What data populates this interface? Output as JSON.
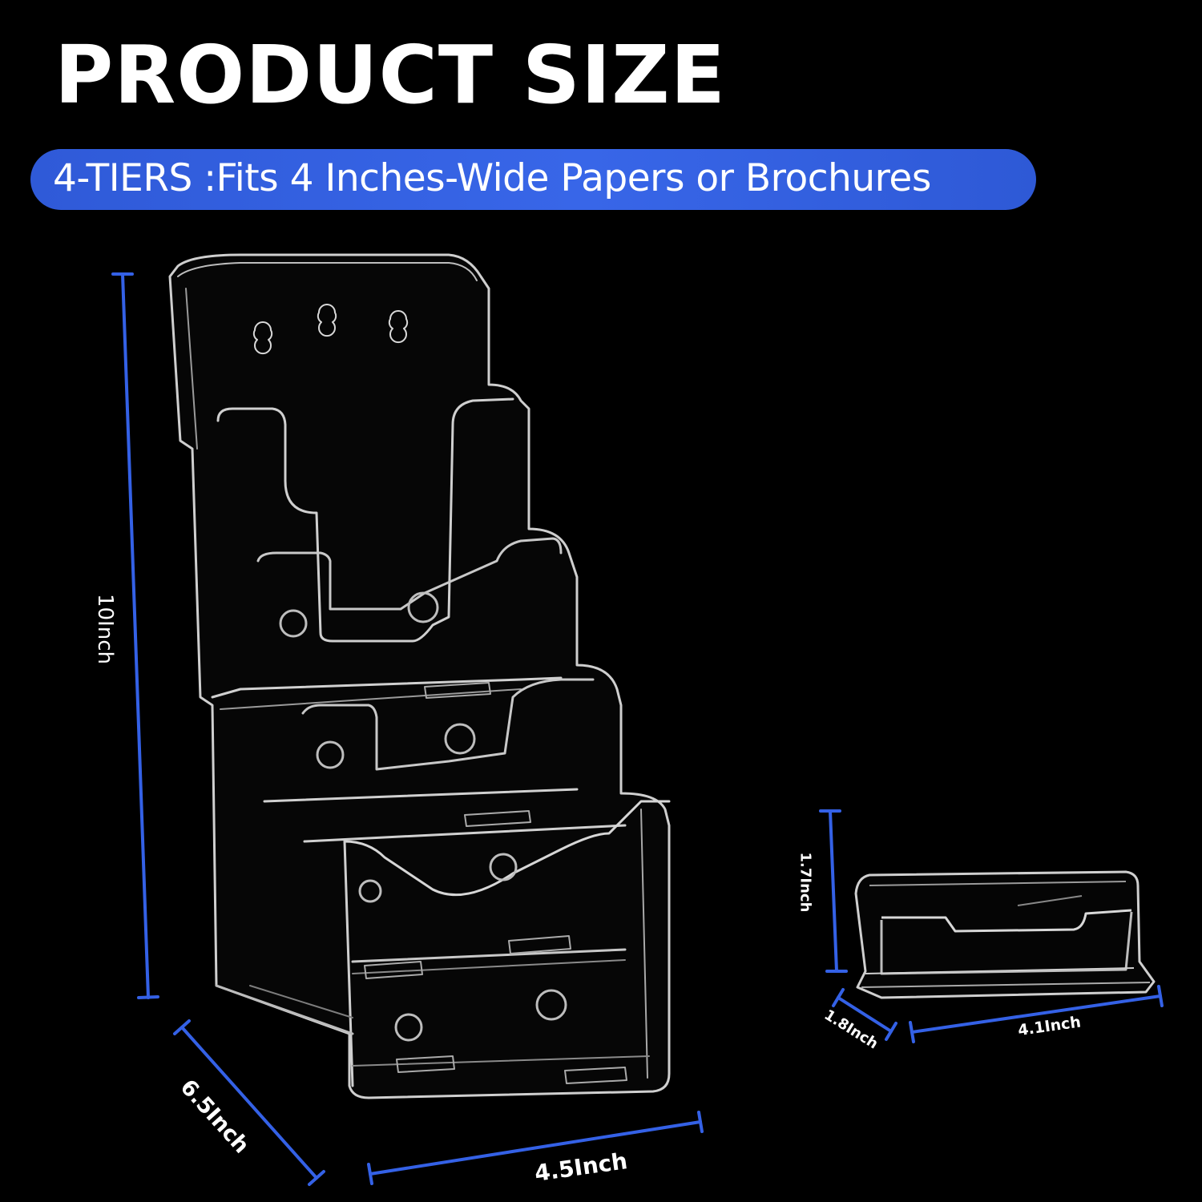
{
  "heading": "PRODUCT SIZE",
  "banner": "4-TIERS :Fits 4 Inches-Wide Papers or Brochures",
  "brochure_holder": {
    "height_label": "10Inch",
    "depth_label": "6.5Inch",
    "width_label": "4.5Inch"
  },
  "card_holder": {
    "height_label": "1.7Inch",
    "depth_label": "1.8Inch",
    "width_label": "4.1Inch"
  },
  "colors": {
    "background": "#000000",
    "banner": "#3561e0",
    "dimension_lines": "#3461e6",
    "text": "#ffffff"
  }
}
